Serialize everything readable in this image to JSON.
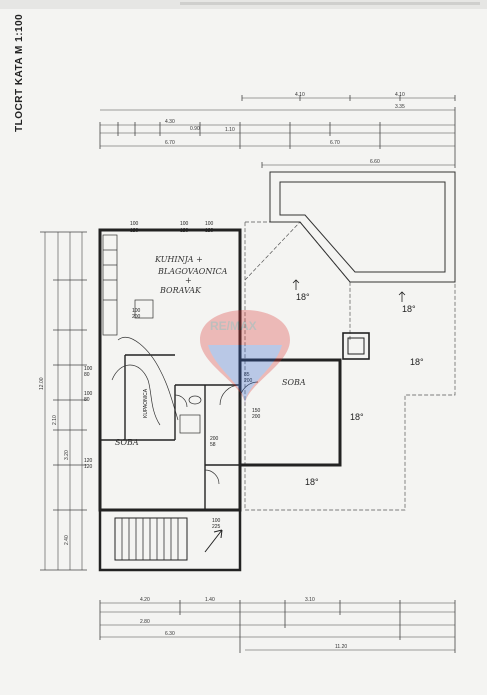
{
  "title": "TLOCRT  KATA  M 1:100",
  "rooms": {
    "kitchen_line1": "KUHINJA +",
    "kitchen_line2": "BLAGOVAONICA",
    "kitchen_line3": "+",
    "kitchen_line4": "BORAVAK",
    "room_right": "SOBA",
    "room_left": "SOBA",
    "bathroom": "KUPAONICA"
  },
  "roof": {
    "slope_1": "18°",
    "slope_2": "18°",
    "slope_3": "18°",
    "slope_4": "18°",
    "slope_5": "18°"
  },
  "openings": {
    "o1_w": "100",
    "o1_h": "120",
    "o2_w": "100",
    "o2_h": "120",
    "o3_w": "100",
    "o3_h": "120",
    "o4_w": "100",
    "o4_h": "200",
    "o5_w": "100",
    "o5_h": "80",
    "o6_w": "100",
    "o6_h": "80",
    "o7_w": "85",
    "o7_h": "200",
    "o8_w": "150",
    "o8_h": "200",
    "o9_w": "200",
    "o9_h": "58",
    "o10_w": "120",
    "o10_h": "120",
    "o11_w": "100",
    "o11_h": "225"
  },
  "dims": {
    "top_a": "4.10",
    "top_b": "3.35",
    "top_c": "4.30",
    "top_d": "0.90",
    "top_e": "1.10",
    "top_f": "6.70",
    "top_g": "6.60",
    "left_total": "12.00",
    "left_a": "3.20",
    "left_b": "2.40",
    "left_c": "2.10",
    "bottom_a": "4.20",
    "bottom_b": "1.40",
    "bottom_c": "3.10",
    "bottom_d": "2.80",
    "bottom_e": "6.30",
    "bottom_f": "11.20"
  },
  "watermark": "RE/MAX"
}
